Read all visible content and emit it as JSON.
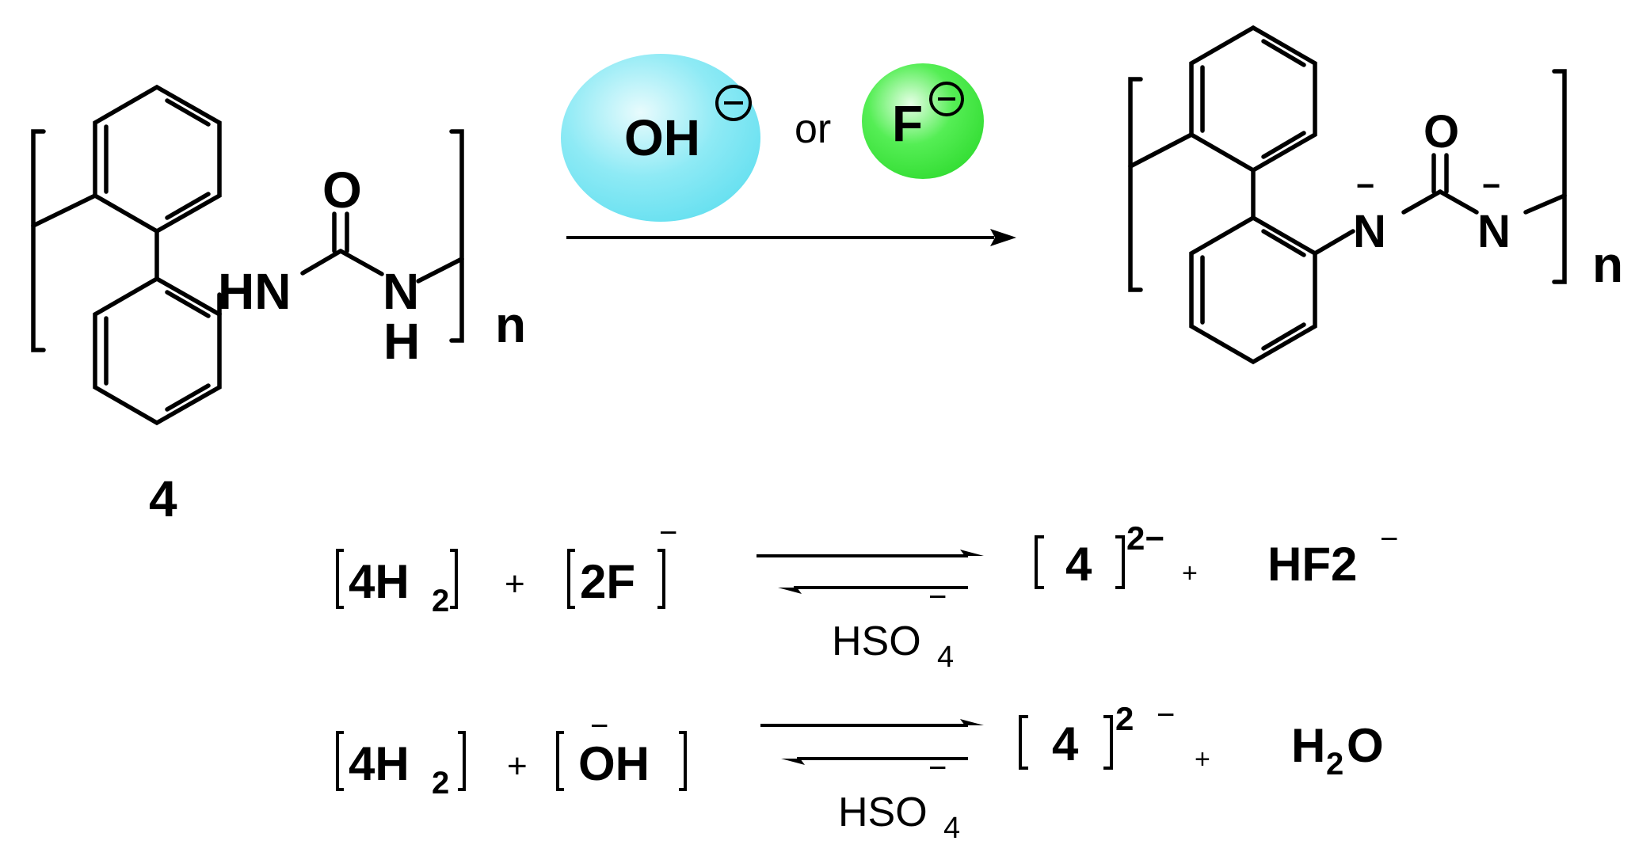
{
  "reaction": {
    "reactant_label": "4",
    "reactant_hn": "HN",
    "reactant_o": "O",
    "reactant_n": "N",
    "reactant_h": "H",
    "repeat_index": "n",
    "reagent_hydroxide": "OH",
    "reagent_or": "or",
    "reagent_fluoride": "F",
    "charge_minus": "−",
    "product_n_left": "N",
    "product_n_right": "N",
    "product_o": "O",
    "product_repeat_index": "n"
  },
  "equations": [
    {
      "lhs_a": "4H",
      "lhs_a_sub": "2",
      "plus1": "+",
      "lhs_b": "2F",
      "lhs_b_charge": "−",
      "condition": "HSO",
      "condition_sub": "4",
      "condition_charge": "−",
      "rhs_a": "4",
      "rhs_a_charge": "2−",
      "plus2": "+",
      "rhs_b": "HF2",
      "rhs_b_charge": "−"
    },
    {
      "lhs_a": "4H",
      "lhs_a_sub": "2",
      "plus1": "+",
      "lhs_b": "OH",
      "lhs_b_charge": "−",
      "condition": "HSO",
      "condition_sub": "4",
      "condition_charge": "−",
      "rhs_a": "4",
      "rhs_a_charge": "2",
      "rhs_a_charge2": "−",
      "plus2": "+",
      "rhs_b": "H",
      "rhs_b_sub": "2",
      "rhs_b_tail": "O"
    }
  ],
  "colors": {
    "hydroxide_bubble": "#66e0f0",
    "fluoride_bubble": "#33dd33"
  }
}
